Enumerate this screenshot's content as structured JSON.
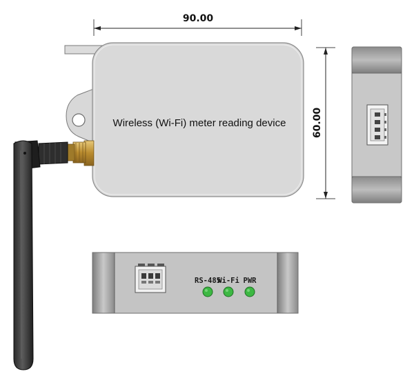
{
  "dimensions": {
    "width_label": "90.00",
    "height_label": "60.00"
  },
  "device": {
    "title": "Wireless (Wi-Fi) meter reading device"
  },
  "indicators": [
    {
      "label": "RS-485",
      "color": "#3db843"
    },
    {
      "label": "Wi-Fi",
      "color": "#3db843"
    },
    {
      "label": "PWR",
      "color": "#3db843"
    }
  ],
  "colors": {
    "housing": "#d9d9d9",
    "housing_edge": "#8a8a8a",
    "antenna": "#3a3a3a",
    "connector_gold": "#c9a24a"
  }
}
